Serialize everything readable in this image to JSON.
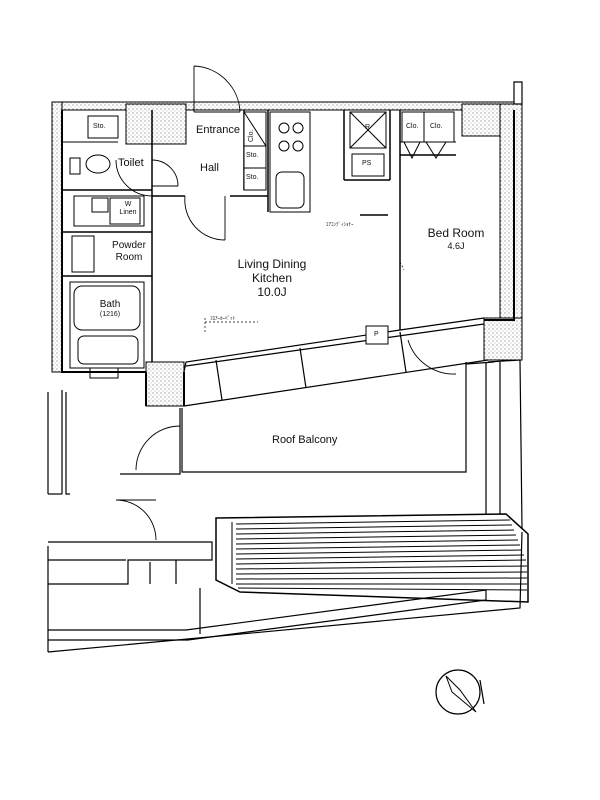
{
  "rooms": {
    "entrance": "Entrance",
    "hall": "Hall",
    "toilet": "Toilet",
    "powder_room": [
      "Powder",
      "Room"
    ],
    "bath": [
      "Bath",
      "(1216)"
    ],
    "ldk": [
      "Living Dining",
      "Kitchen",
      "10.0J"
    ],
    "bedroom": [
      "Bed Room",
      "4.6J"
    ],
    "roof_balcony": "Roof Balcony",
    "w_linen": [
      "W",
      "Linen"
    ]
  },
  "fixtures": {
    "sto_1": "Sto.",
    "sto_2": "Sto.",
    "sto_3": "Sto.",
    "clo_entrance": "Clo.",
    "clo_bed_1": "Clo.",
    "clo_bed_2": "Clo.",
    "ps_1": "PS",
    "ps_2": "P",
    "r_mark": "R"
  },
  "annotations": {
    "kitchen_note": "ｴｱｺﾝﾃﾞｨｼｮﾅｰ",
    "ldk_note": "ﾌﾛｱｰｶｰﾍﾟｯﾄ"
  },
  "compass_label": "N"
}
